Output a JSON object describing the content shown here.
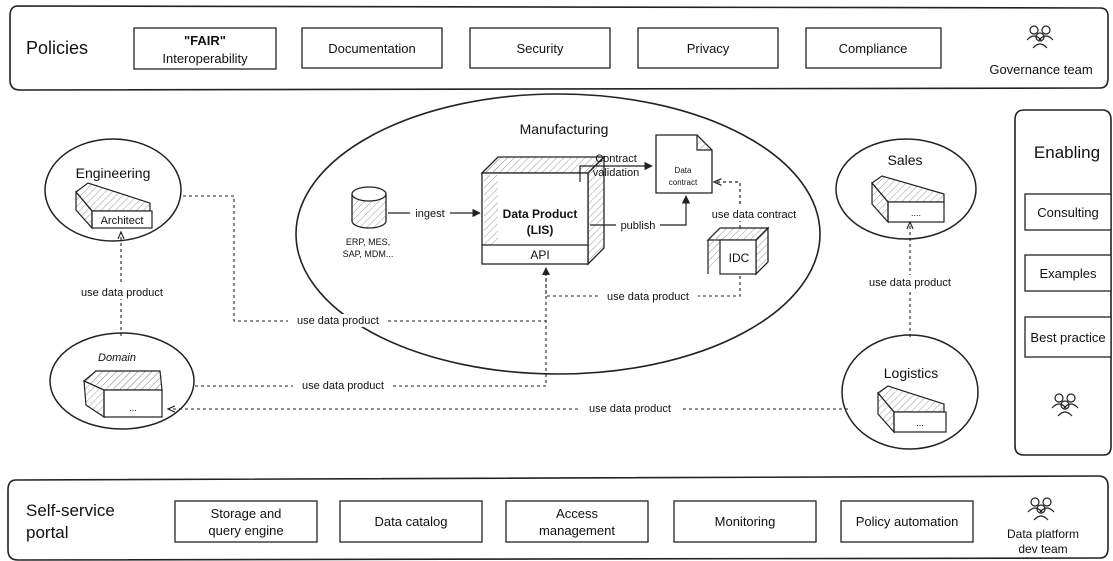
{
  "policies": {
    "label": "Policies",
    "items": [
      {
        "title": "\"FAIR\"",
        "label": "Interoperability"
      },
      {
        "label": "Documentation"
      },
      {
        "label": "Security"
      },
      {
        "label": "Privacy"
      },
      {
        "label": "Compliance"
      }
    ],
    "team": "Governance team"
  },
  "manufacturing": {
    "label": "Manufacturing",
    "source_label": "ERP, MES,",
    "source_label2": "SAP, MDM...",
    "ingest": "ingest",
    "product_title": "Data Product",
    "product_sub": "(LIS)",
    "api": "API",
    "publish": "publish",
    "contract_line1": "Contract",
    "contract_line2": "validation",
    "doc_line1": "Data",
    "doc_line2": "contract",
    "use_contract": "use data contract",
    "idc": "IDC"
  },
  "engineering": {
    "label": "Engineering",
    "box": "Architect"
  },
  "domain": {
    "label": "Domain",
    "box": "..."
  },
  "sales": {
    "label": "Sales",
    "box": "...."
  },
  "logistics": {
    "label": "Logistics",
    "box": "..."
  },
  "edges": {
    "eng_use": "use data product",
    "eng_mfg": "use data product",
    "idc_api": "use data product",
    "domain_api": "use data product",
    "log_domain": "use data product",
    "log_sales": "use data product"
  },
  "enabling": {
    "title": "Enabling",
    "items": [
      "Consulting",
      "Examples",
      "Best practice"
    ]
  },
  "portal": {
    "label1": "Self-service",
    "label2": "portal",
    "items": [
      {
        "l1": "Storage and",
        "l2": "query engine"
      },
      {
        "l1": "Data catalog"
      },
      {
        "l1": "Access",
        "l2": "management"
      },
      {
        "l1": "Monitoring"
      },
      {
        "l1": "Policy automation"
      }
    ],
    "team1": "Data platform",
    "team2": "dev team"
  },
  "colors": {
    "ink": "#222222",
    "hatch": "#888888",
    "background": "#ffffff"
  }
}
